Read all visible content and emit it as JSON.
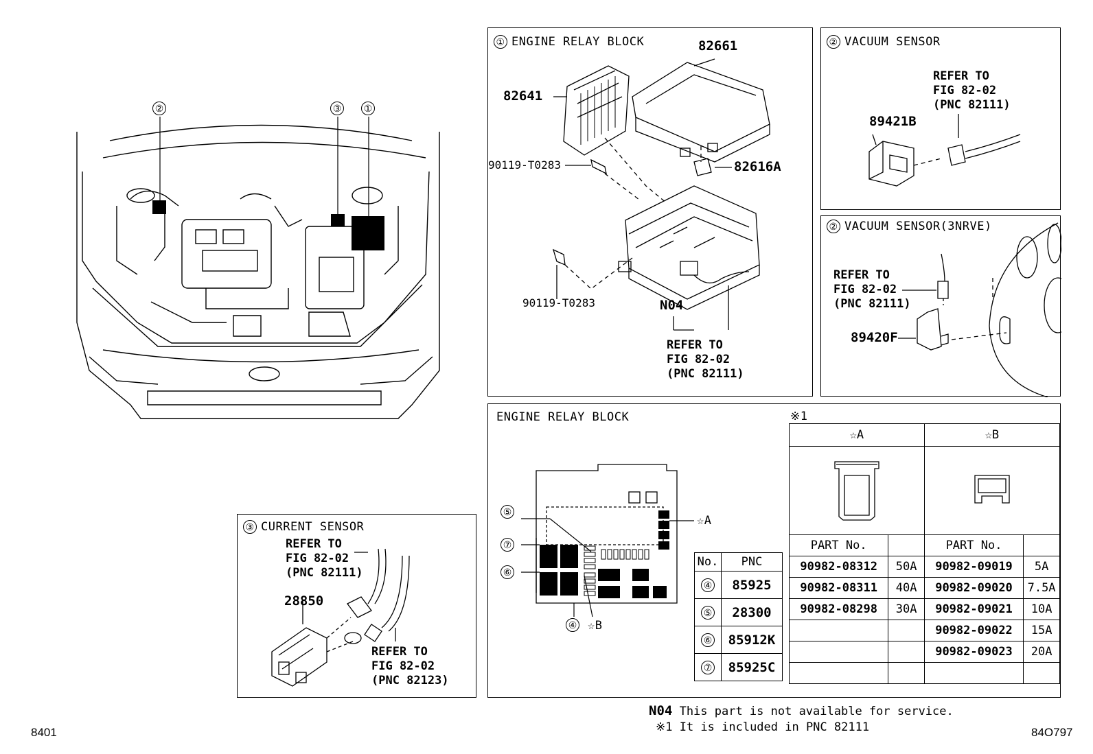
{
  "engine_view": {
    "callouts": [
      "②",
      "③",
      "①"
    ]
  },
  "relay_block_panel": {
    "title_num": "①",
    "title": "ENGINE RELAY BLOCK",
    "parts": {
      "cover": "82661",
      "block": "82641",
      "bolt_top": "90119-T0283",
      "relay": "82616A",
      "bolt_bottom": "90119-T0283",
      "n04": "N04"
    },
    "refer": "REFER TO\nFIG 82-02\n(PNC 82111)"
  },
  "vacuum_panel": {
    "title_num": "②",
    "title": "VACUUM SENSOR",
    "part": "89421B",
    "refer": "REFER TO\nFIG 82-02\n(PNC 82111)"
  },
  "vacuum_3nrve_panel": {
    "title_num": "②",
    "title": "VACUUM SENSOR(3NRVE)",
    "part": "89420F",
    "refer": "REFER TO\nFIG 82-02\n(PNC 82111)"
  },
  "current_sensor_panel": {
    "title_num": "③",
    "title": "CURRENT SENSOR",
    "part": "28850",
    "refer_top": "REFER TO\nFIG 82-02\n(PNC 82111)",
    "refer_bottom": "REFER TO\nFIG 82-02\n(PNC 82123)"
  },
  "relay_layout_panel": {
    "title": "ENGINE RELAY BLOCK",
    "note_ref": "※1",
    "star_a": "☆A",
    "star_b": "☆B",
    "callouts": [
      "⑤",
      "⑦",
      "⑥",
      "④"
    ],
    "pnc_table": {
      "headers": [
        "No.",
        "PNC"
      ],
      "rows": [
        {
          "no": "④",
          "pnc": "85925"
        },
        {
          "no": "⑤",
          "pnc": "28300"
        },
        {
          "no": "⑥",
          "pnc": "85912K"
        },
        {
          "no": "⑦",
          "pnc": "85925C"
        }
      ]
    },
    "fuse_table": {
      "col_a": "☆A",
      "col_b": "☆B",
      "part_header": "PART No.",
      "rows_a": [
        {
          "part": "90982-08312",
          "amp": "50A"
        },
        {
          "part": "90982-08311",
          "amp": "40A"
        },
        {
          "part": "90982-08298",
          "amp": "30A"
        },
        {
          "part": "",
          "amp": ""
        },
        {
          "part": "",
          "amp": ""
        },
        {
          "part": "",
          "amp": ""
        }
      ],
      "rows_b": [
        {
          "part": "90982-09019",
          "amp": "5A"
        },
        {
          "part": "90982-09020",
          "amp": "7.5A"
        },
        {
          "part": "90982-09021",
          "amp": "10A"
        },
        {
          "part": "90982-09022",
          "amp": "15A"
        },
        {
          "part": "90982-09023",
          "amp": "20A"
        },
        {
          "part": "",
          "amp": ""
        }
      ]
    }
  },
  "footer": {
    "n04_code": "N04",
    "n04_text": "This part is not available for service.",
    "note1": "※1 It is included in PNC 82111",
    "left_code": "8401",
    "right_code": "84O797"
  }
}
